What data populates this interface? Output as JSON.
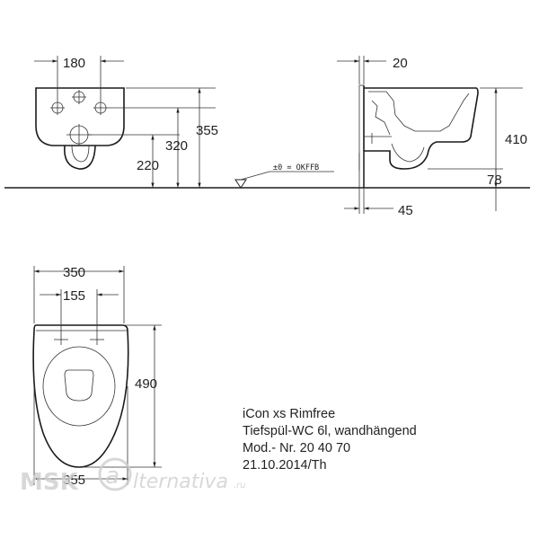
{
  "dimensions": {
    "front_width": "180",
    "side_offset": "20",
    "height_355": "355",
    "height_320": "320",
    "height_220": "220",
    "side_height": "410",
    "side_78": "78",
    "side_45": "45",
    "plan_width": "350",
    "plan_holes": "155",
    "plan_length": "490",
    "plan_bottom": "355"
  },
  "floor_note": "±0 = OKFFB",
  "product_info": {
    "name": "iCon xs Rimfree",
    "description": "Tiefspül-WC 6l, wandhängend",
    "model": "Mod.- Nr. 20 40 70",
    "date": "21.10.2014/Th"
  },
  "watermark": {
    "prefix": "MSK",
    "suffix": "lternativa",
    "domain": ".ru"
  }
}
